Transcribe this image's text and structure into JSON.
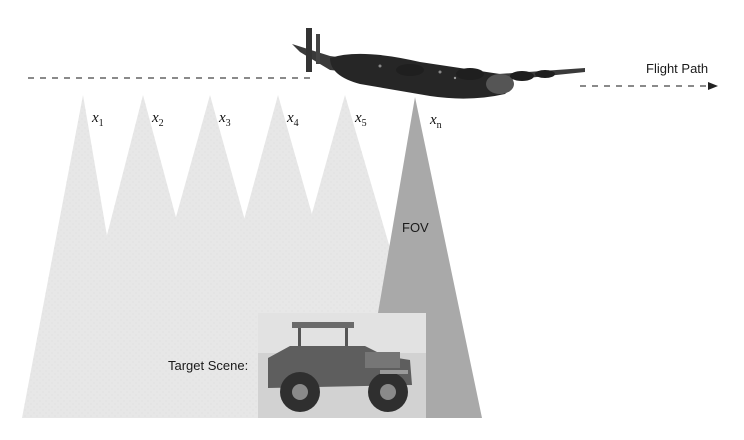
{
  "labels": {
    "flight_path": "Flight Path",
    "fov": "FOV",
    "target_scene": "Target Scene:"
  },
  "positions": [
    {
      "base": "x",
      "sub": "1"
    },
    {
      "base": "x",
      "sub": "2"
    },
    {
      "base": "x",
      "sub": "3"
    },
    {
      "base": "x",
      "sub": "4"
    },
    {
      "base": "x",
      "sub": "5"
    },
    {
      "base": "x",
      "sub": "n"
    }
  ],
  "colors": {
    "cone_light": "#e6e6e6",
    "cone_dark": "#a9a9a9",
    "dash_line": "#444444",
    "aircraft": "#2b2b2b"
  },
  "icons": {
    "aircraft": "bomber-aircraft-icon",
    "target": "jeep-photo-icon"
  }
}
